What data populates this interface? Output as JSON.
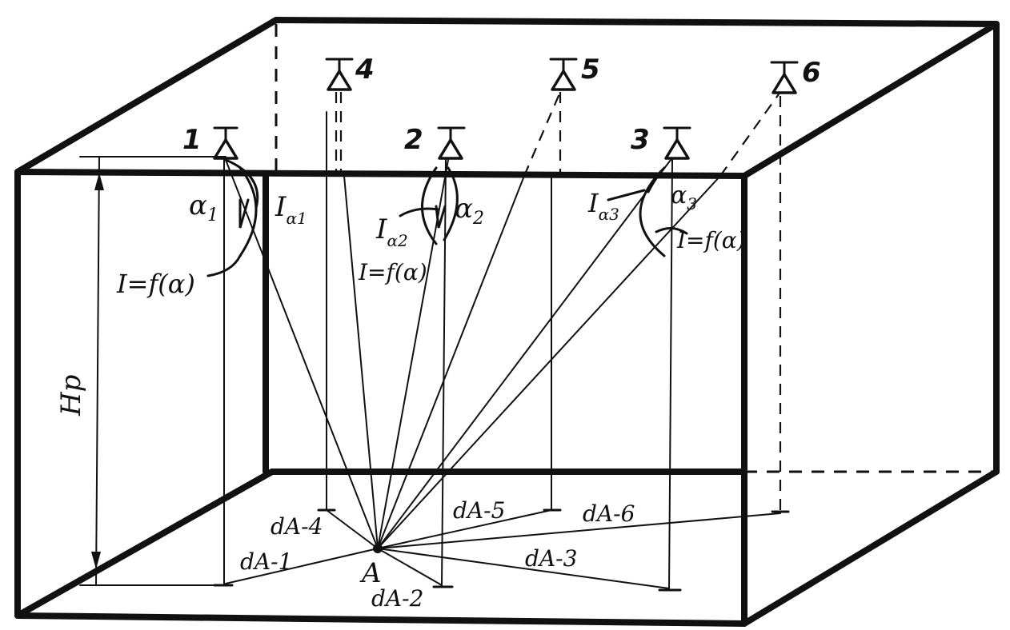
{
  "lamps": [
    "1",
    "2",
    "3",
    "4",
    "5",
    "6"
  ],
  "angles": {
    "a1_base": "α",
    "a1_sub": "1",
    "a2_base": "α",
    "a2_sub": "2",
    "a3_base": "α",
    "a3_sub": "3"
  },
  "intensities": {
    "i1_base": "I",
    "i1_sub": "α1",
    "i2_base": "I",
    "i2_sub": "α2",
    "i3_base": "I",
    "i3_sub": "α3",
    "curve1": "I=f(α)",
    "curve2": "I=f(α)",
    "curve3": "I=f(α)"
  },
  "height_label": "Hp",
  "point_label": "A",
  "distances": [
    "dA-1",
    "dA-2",
    "dA-3",
    "dA-4",
    "dA-5",
    "dA-6"
  ]
}
